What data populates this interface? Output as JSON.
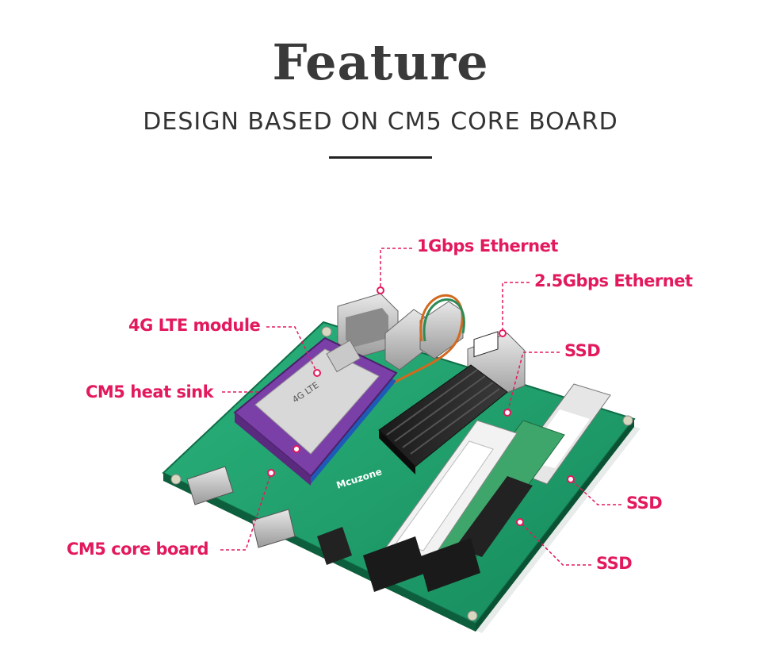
{
  "header": {
    "title": "Feature",
    "subtitle": "DESIGN BASED ON CM5 CORE BOARD"
  },
  "callouts": {
    "eth1g": "1Gbps Ethernet",
    "eth25g": "2.5Gbps Ethernet",
    "lte": "4G LTE module",
    "heatsink": "CM5 heat sink",
    "ssd1": "SSD",
    "ssd2": "SSD",
    "ssd3": "SSD",
    "core": "CM5 core board"
  },
  "board_text": {
    "brand": "Mcuzone",
    "lte_label": "4G LTE"
  },
  "colors": {
    "accent": "#e3195e",
    "board": "#1f9a6a",
    "title": "#3a3a3a"
  }
}
